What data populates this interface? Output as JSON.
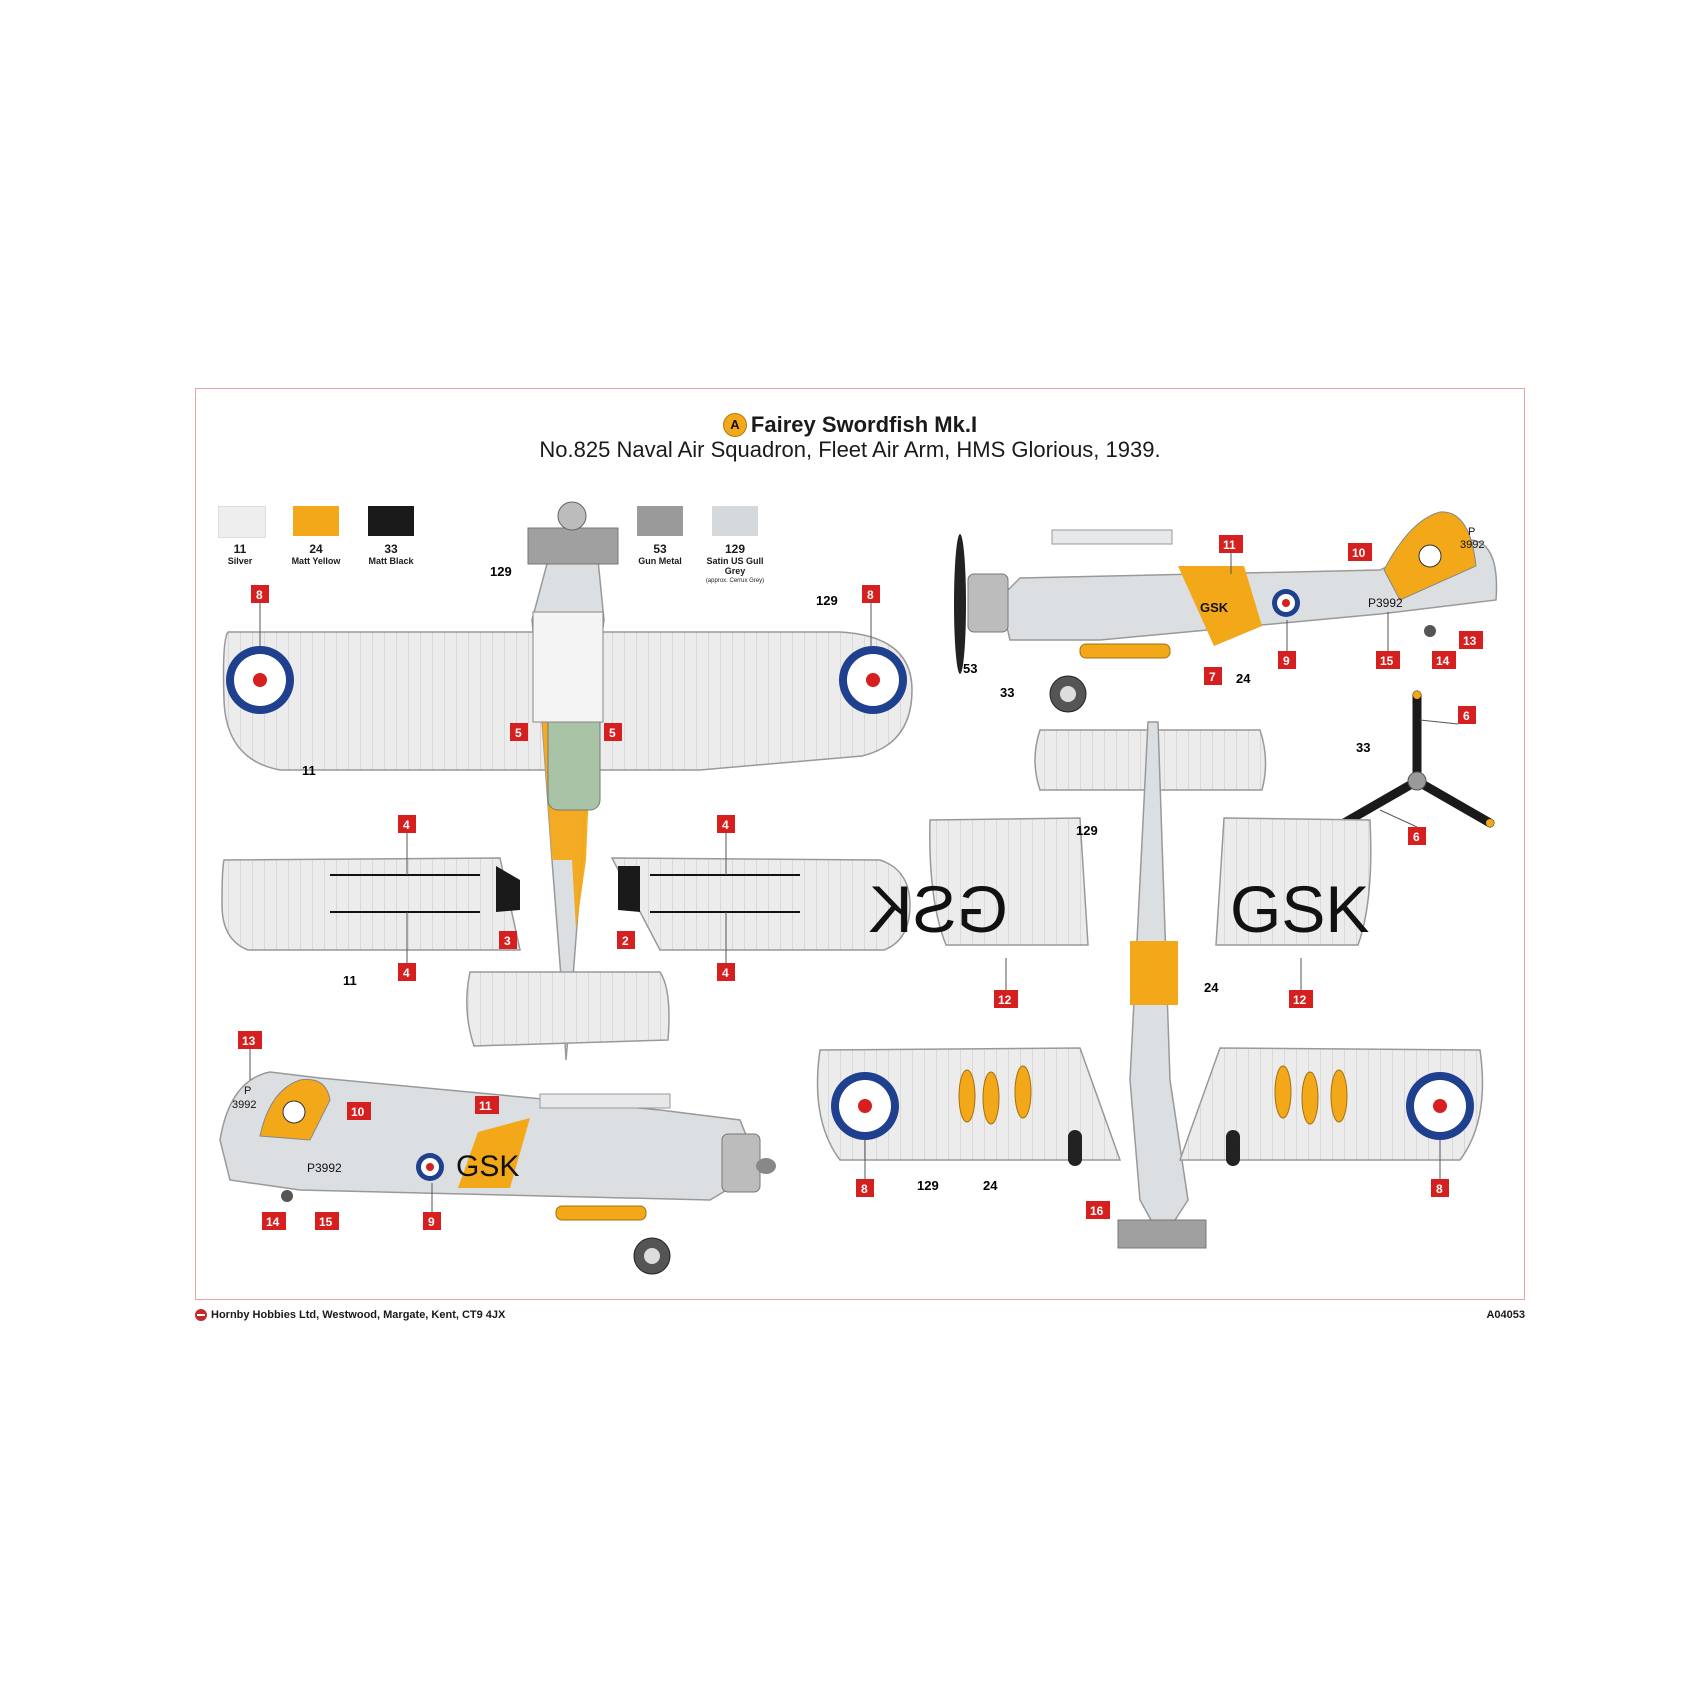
{
  "title": {
    "badge": "A",
    "main": "Fairey Swordfish Mk.I",
    "subtitle": "No.825 Naval Air Squadron, Fleet Air Arm, HMS Glorious, 1939."
  },
  "paints": [
    {
      "num": "11",
      "name": "Silver",
      "color": "#eeeeee"
    },
    {
      "num": "24",
      "name": "Matt Yellow",
      "color": "#f2a818"
    },
    {
      "num": "33",
      "name": "Matt Black",
      "color": "#1a1a1a"
    },
    {
      "num": "53",
      "name": "Gun Metal",
      "color": "#9a9a9a"
    },
    {
      "num": "129",
      "name": "Satin US Gull Grey",
      "note": "(approx. Cerrux Grey)",
      "color": "#d6d9dc"
    }
  ],
  "aircraft": {
    "code": "GSK",
    "serial": "P3992",
    "fin_letter": "P",
    "fin_number": "3992"
  },
  "callouts": {
    "c2": "2",
    "c3": "3",
    "c4": "4",
    "c5": "5",
    "c6": "6",
    "c7": "7",
    "c8": "8",
    "c9": "9",
    "c10": "10",
    "c11": "11",
    "c12": "12",
    "c13": "13",
    "c14": "14",
    "c15": "15",
    "c16": "16"
  },
  "paint_refs": {
    "p11": "11",
    "p24": "24",
    "p33": "33",
    "p53": "53",
    "p129": "129"
  },
  "footer": {
    "address": "Hornby Hobbies Ltd, Westwood, Margate, Kent, CT9 4JX",
    "code": "A04053"
  },
  "colors": {
    "yellow": "#f2a818",
    "roundel_blue": "#1f3f8f",
    "roundel_red": "#d71f1f",
    "callout_red": "#d62020",
    "line": "#8a8a8a",
    "grey": "#d6d9dc"
  }
}
